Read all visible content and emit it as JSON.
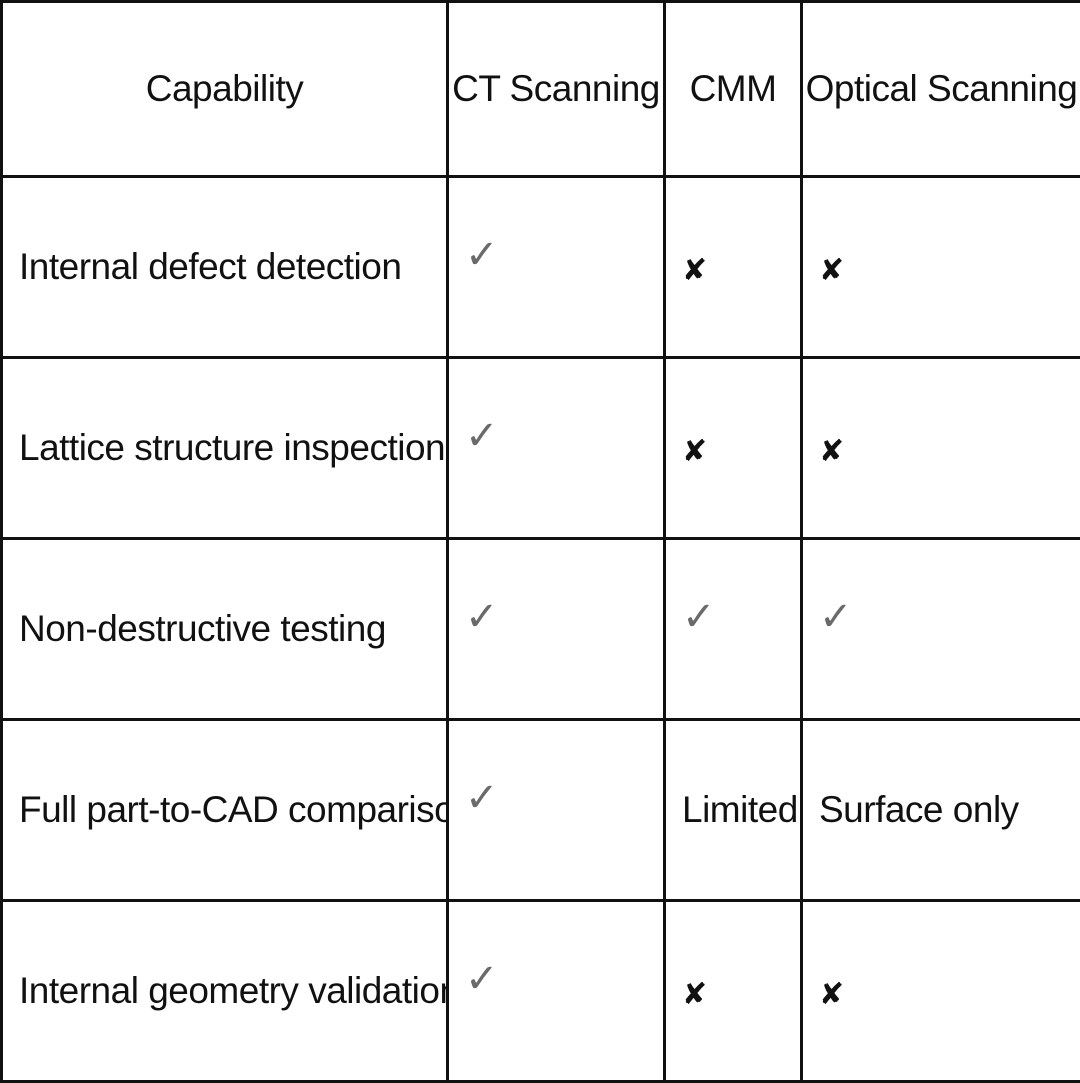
{
  "table": {
    "headers": [
      "Capability",
      "CT Scanning",
      "CMM",
      "Optical Scanning"
    ],
    "rows": [
      {
        "capability": "Internal defect detection",
        "cells": [
          {
            "type": "icon",
            "icon": "checkmark-icon",
            "glyph": "✓"
          },
          {
            "type": "icon",
            "icon": "cross-icon",
            "glyph": "✘"
          },
          {
            "type": "icon",
            "icon": "cross-icon",
            "glyph": "✘"
          }
        ]
      },
      {
        "capability": "Lattice structure inspection",
        "cells": [
          {
            "type": "icon",
            "icon": "checkmark-icon",
            "glyph": "✓"
          },
          {
            "type": "icon",
            "icon": "cross-icon",
            "glyph": "✘"
          },
          {
            "type": "icon",
            "icon": "cross-icon",
            "glyph": "✘"
          }
        ]
      },
      {
        "capability": "Non-destructive testing",
        "cells": [
          {
            "type": "icon",
            "icon": "checkmark-icon",
            "glyph": "✓"
          },
          {
            "type": "icon",
            "icon": "checkmark-icon",
            "glyph": "✓"
          },
          {
            "type": "icon",
            "icon": "checkmark-icon",
            "glyph": "✓"
          }
        ]
      },
      {
        "capability": "Full part-to-CAD comparison",
        "cells": [
          {
            "type": "icon",
            "icon": "checkmark-icon",
            "glyph": "✓"
          },
          {
            "type": "text",
            "text": "Limited"
          },
          {
            "type": "text",
            "text": "Surface only"
          }
        ]
      },
      {
        "capability": "Internal geometry validation",
        "cells": [
          {
            "type": "icon",
            "icon": "checkmark-icon",
            "glyph": "✓"
          },
          {
            "type": "icon",
            "icon": "cross-icon",
            "glyph": "✘"
          },
          {
            "type": "icon",
            "icon": "cross-icon",
            "glyph": "✘"
          }
        ]
      }
    ]
  },
  "colors": {
    "border": "#111111",
    "check": "#6a6a6a",
    "cross": "#111111",
    "text": "#111111",
    "background": "#ffffff"
  }
}
